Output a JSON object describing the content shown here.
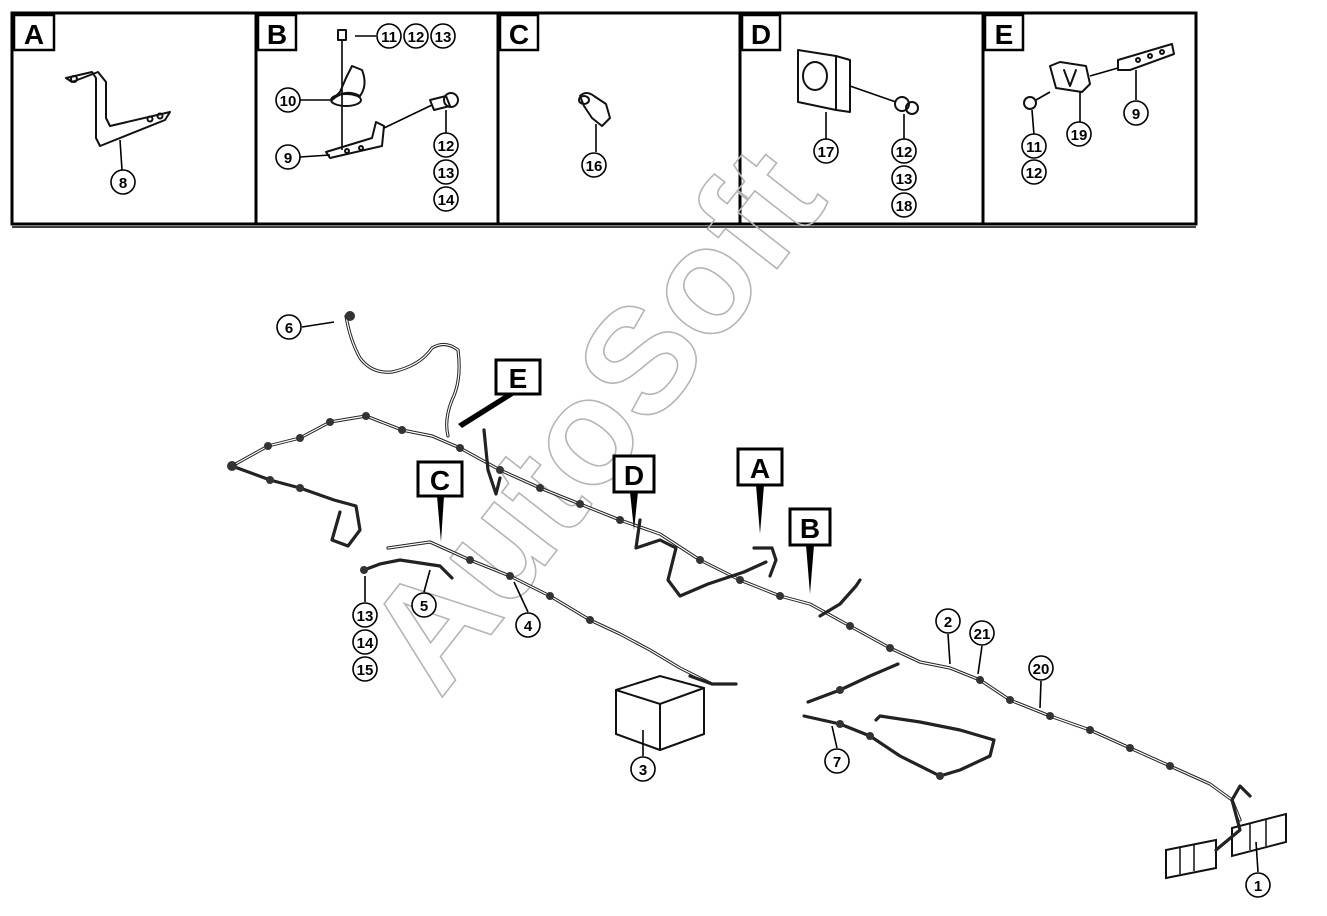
{
  "watermark": "AutoSoft",
  "panels": [
    {
      "letter": "A",
      "callouts": [
        "8"
      ]
    },
    {
      "letter": "B",
      "callouts": [
        "11",
        "12",
        "13",
        "10",
        "9",
        "12",
        "13",
        "14"
      ]
    },
    {
      "letter": "C",
      "callouts": [
        "16"
      ]
    },
    {
      "letter": "D",
      "callouts": [
        "17",
        "12",
        "13",
        "18"
      ]
    },
    {
      "letter": "E",
      "callouts": [
        "9",
        "11",
        "12",
        "19"
      ]
    }
  ],
  "view_flags": [
    "E",
    "C",
    "D",
    "A",
    "B"
  ],
  "main_callouts": [
    "6",
    "13",
    "14",
    "15",
    "5",
    "4",
    "3",
    "2",
    "21",
    "20",
    "7",
    "1"
  ]
}
